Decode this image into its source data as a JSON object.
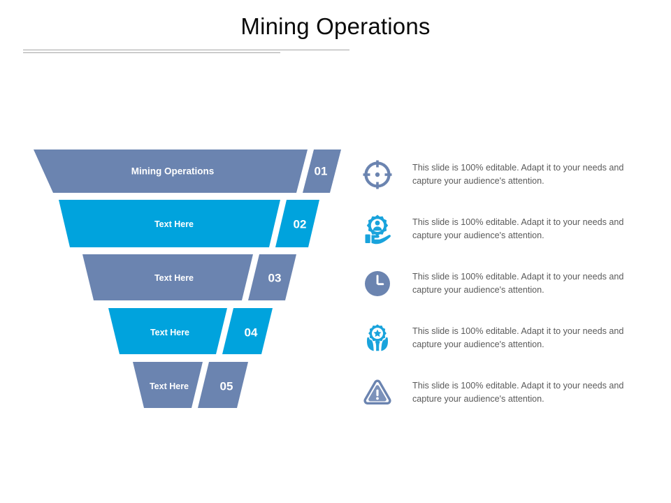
{
  "slide": {
    "title": "Mining Operations",
    "background": "#ffffff"
  },
  "colors": {
    "slate_blue": "#6B84B0",
    "bright_blue": "#00A3DD",
    "label_text": "#ffffff",
    "body_text": "#5a5a5a",
    "rule": "#a6a6a6"
  },
  "funnel": {
    "bands": [
      {
        "number": "01",
        "label": "Mining Operations",
        "color": "#6B84B0"
      },
      {
        "number": "02",
        "label": "Text Here",
        "color": "#00A3DD"
      },
      {
        "number": "03",
        "label": "Text Here",
        "color": "#6B84B0"
      },
      {
        "number": "04",
        "label": "Text Here",
        "color": "#00A3DD"
      },
      {
        "number": "05",
        "label": "Text Here",
        "color": "#6B84B0"
      }
    ]
  },
  "details": {
    "rows": [
      {
        "icon": "target-crosshair-icon",
        "color": "#6B84B0",
        "text": "This slide is 100% editable. Adapt it to your needs and capture your audience's attention."
      },
      {
        "icon": "hand-holding-gear-person-icon",
        "color": "#19A3DC",
        "text": "This slide is 100% editable. Adapt it to your needs and capture your audience's attention."
      },
      {
        "icon": "clock-icon",
        "color": "#6B84B0",
        "text": "This slide is 100% editable. Adapt it to your needs and capture your audience's attention."
      },
      {
        "icon": "hands-holding-star-badge-icon",
        "color": "#19A3DC",
        "text": "This slide is 100% editable. Adapt it to your needs and capture your audience's attention."
      },
      {
        "icon": "warning-triangle-icon",
        "color": "#6B84B0",
        "text": "This slide is 100% editable. Adapt it to your needs and capture your audience's attention."
      }
    ]
  }
}
